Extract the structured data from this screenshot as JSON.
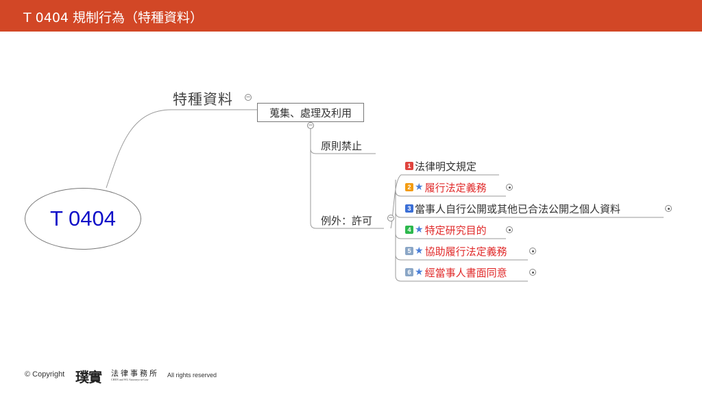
{
  "header": {
    "title": "T 0404 規制行為（特種資料）"
  },
  "mindmap": {
    "root": "T 0404",
    "topic": "特種資料",
    "subtopic": "蒐集、處理及利用",
    "branches": {
      "principle": "原則禁止",
      "exception": "例外：許可"
    },
    "exceptions": [
      {
        "number": "1",
        "label": "法律明文規定",
        "starred": false,
        "highlight": false,
        "badge_color": "#e0443e"
      },
      {
        "number": "2",
        "label": "履行法定義務",
        "starred": true,
        "highlight": true,
        "badge_color": "#f39c12"
      },
      {
        "number": "3",
        "label": "當事人自行公開或其他已合法公開之個人資料",
        "starred": false,
        "highlight": false,
        "badge_color": "#3b6fd6"
      },
      {
        "number": "4",
        "label": "特定研究目的",
        "starred": true,
        "highlight": true,
        "badge_color": "#2db84d"
      },
      {
        "number": "5",
        "label": "協助履行法定義務",
        "starred": true,
        "highlight": true,
        "badge_color": "#8aa6c6"
      },
      {
        "number": "6",
        "label": "經當事人書面同意",
        "starred": true,
        "highlight": true,
        "badge_color": "#8aa6c6"
      }
    ]
  },
  "footer": {
    "copyright": "© Copyright",
    "logo_main": "璞實",
    "logo_sub": "法律事務所",
    "logo_en": "CHEN and WU Attorneys-at-Law",
    "rights": "All rights reserved"
  },
  "colors": {
    "header_bg": "#d24726",
    "root_text": "#1010c8",
    "highlight_text": "#e02a2a",
    "star": "#4a7fd8"
  }
}
